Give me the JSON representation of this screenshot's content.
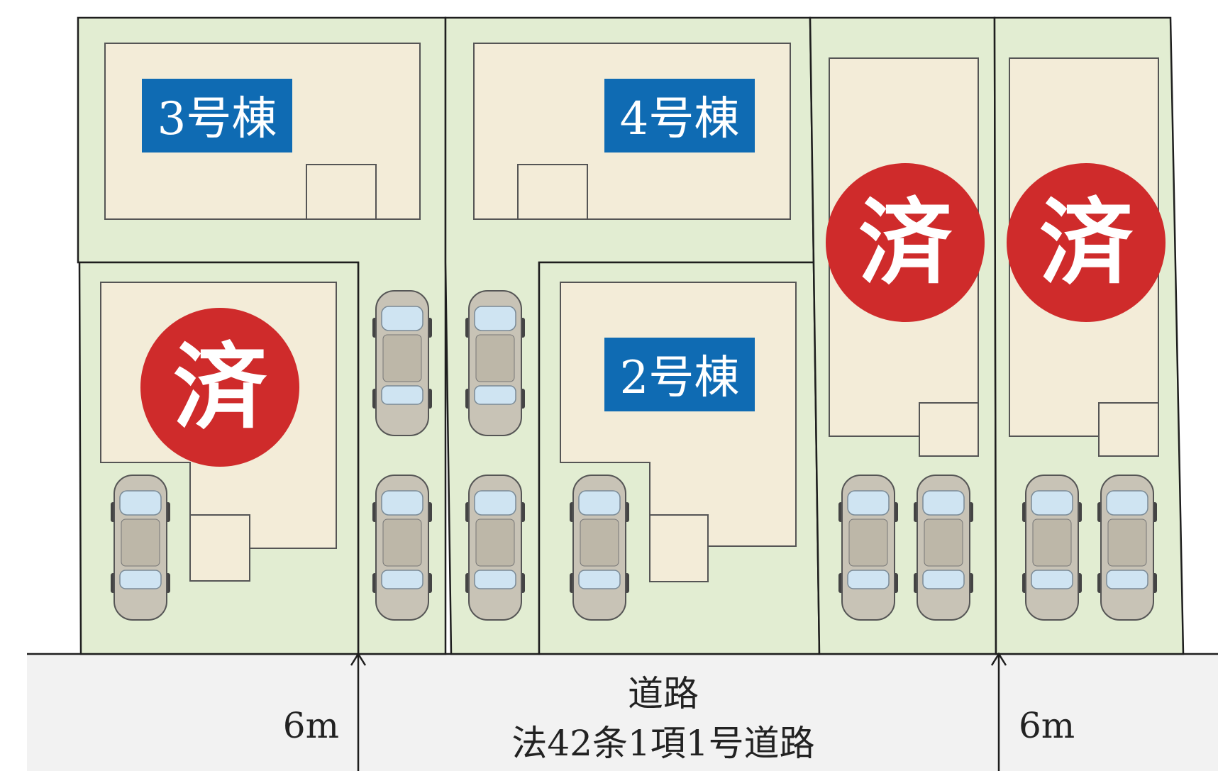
{
  "diagram": {
    "lots": [
      {
        "id": "lot-3",
        "label": "3号棟",
        "sold": false
      },
      {
        "id": "lot-4",
        "label": "4号棟",
        "sold": false
      },
      {
        "id": "lot-2",
        "label": "2号棟",
        "sold": false
      },
      {
        "id": "lot-sold-left",
        "label": "",
        "sold": true
      },
      {
        "id": "lot-sold-mid",
        "label": "",
        "sold": true
      },
      {
        "id": "lot-sold-right",
        "label": "",
        "sold": true
      }
    ],
    "sold_mark": "済",
    "road": {
      "title": "道路",
      "subtitle": "法42条1項1号道路",
      "width_left": "6m",
      "width_right": "6m"
    },
    "colors": {
      "lot_green": "#e2edd2",
      "building": "#f3ecd8",
      "label_blue": "#0f6bb3",
      "sold_red": "#cf2b2b"
    }
  }
}
